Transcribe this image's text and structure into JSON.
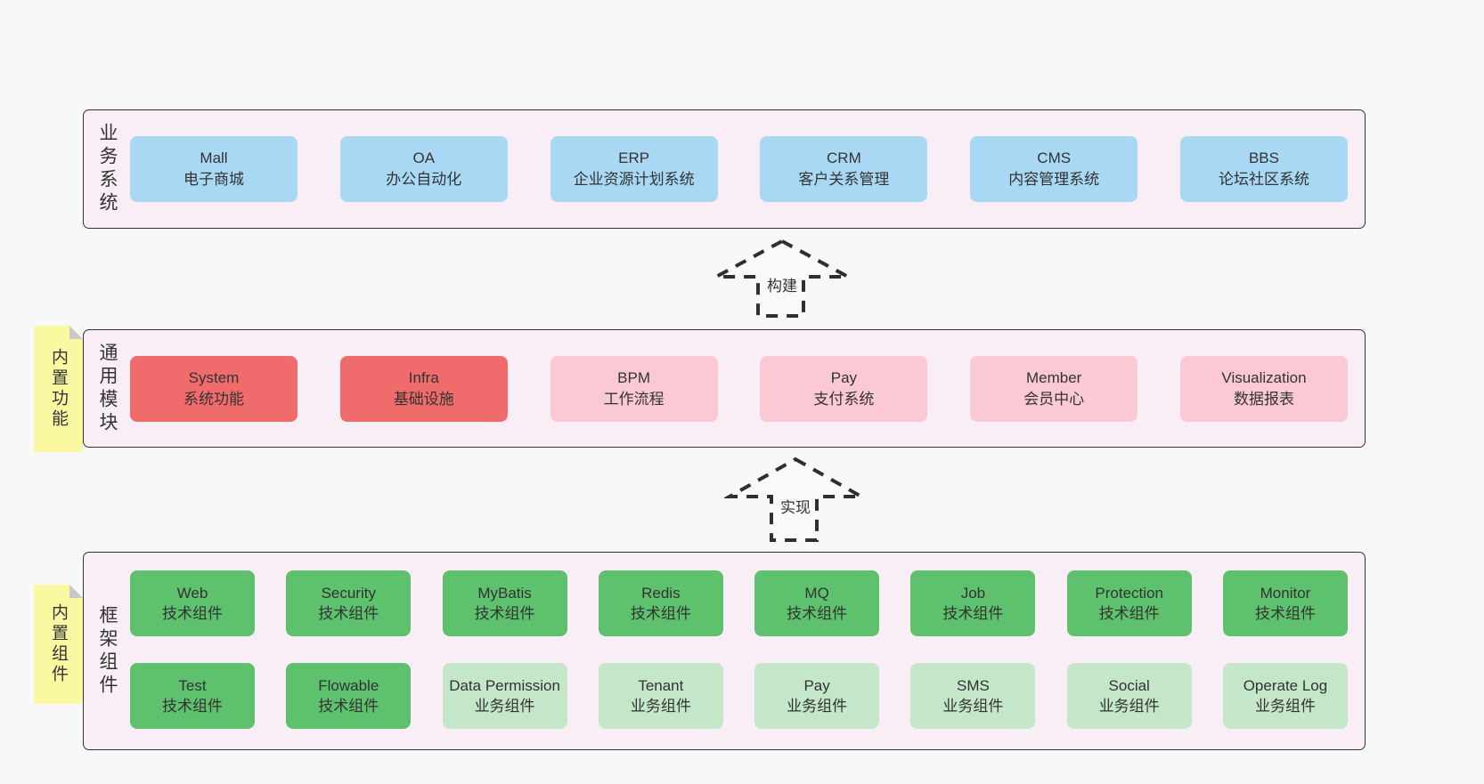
{
  "palette": {
    "page_bg": "#f8f8f8",
    "band_bg": "#f9eef6",
    "band_border": "#333333",
    "blue_box": "#a8d8f3",
    "red_box": "#f06b6c",
    "pink_box": "#fbc9d3",
    "green_box": "#5dc16d",
    "light_green_box": "#c4e6c9",
    "note_bg": "#fbf8a2",
    "note_fold": "#c8c8c8",
    "text": "#333333"
  },
  "business_band": {
    "label": "业务系统",
    "boxes": [
      {
        "title": "Mall",
        "subtitle": "电子商城"
      },
      {
        "title": "OA",
        "subtitle": "办公自动化"
      },
      {
        "title": "ERP",
        "subtitle": "企业资源计划系统"
      },
      {
        "title": "CRM",
        "subtitle": "客户关系管理"
      },
      {
        "title": "CMS",
        "subtitle": "内容管理系统"
      },
      {
        "title": "BBS",
        "subtitle": "论坛社区系统"
      }
    ]
  },
  "arrow_build": {
    "label": "构建"
  },
  "module_band": {
    "label": "通用模块",
    "note": "内置功能",
    "boxes": [
      {
        "title": "System",
        "subtitle": "系统功能"
      },
      {
        "title": "Infra",
        "subtitle": "基础设施"
      },
      {
        "title": "BPM",
        "subtitle": "工作流程"
      },
      {
        "title": "Pay",
        "subtitle": "支付系统"
      },
      {
        "title": "Member",
        "subtitle": "会员中心"
      },
      {
        "title": "Visualization",
        "subtitle": "数据报表"
      }
    ]
  },
  "arrow_implement": {
    "label": "实现"
  },
  "component_band": {
    "label": "框架组件",
    "note": "内置组件",
    "row1": [
      {
        "title": "Web",
        "subtitle": "技术组件"
      },
      {
        "title": "Security",
        "subtitle": "技术组件"
      },
      {
        "title": "MyBatis",
        "subtitle": "技术组件"
      },
      {
        "title": "Redis",
        "subtitle": "技术组件"
      },
      {
        "title": "MQ",
        "subtitle": "技术组件"
      },
      {
        "title": "Job",
        "subtitle": "技术组件"
      },
      {
        "title": "Protection",
        "subtitle": "技术组件"
      },
      {
        "title": "Monitor",
        "subtitle": "技术组件"
      }
    ],
    "row2": [
      {
        "title": "Test",
        "subtitle": "技术组件"
      },
      {
        "title": "Flowable",
        "subtitle": "技术组件"
      },
      {
        "title": "Data Permission",
        "subtitle": "业务组件"
      },
      {
        "title": "Tenant",
        "subtitle": "业务组件"
      },
      {
        "title": "Pay",
        "subtitle": "业务组件"
      },
      {
        "title": "SMS",
        "subtitle": "业务组件"
      },
      {
        "title": "Social",
        "subtitle": "业务组件"
      },
      {
        "title": "Operate Log",
        "subtitle": "业务组件"
      }
    ]
  }
}
